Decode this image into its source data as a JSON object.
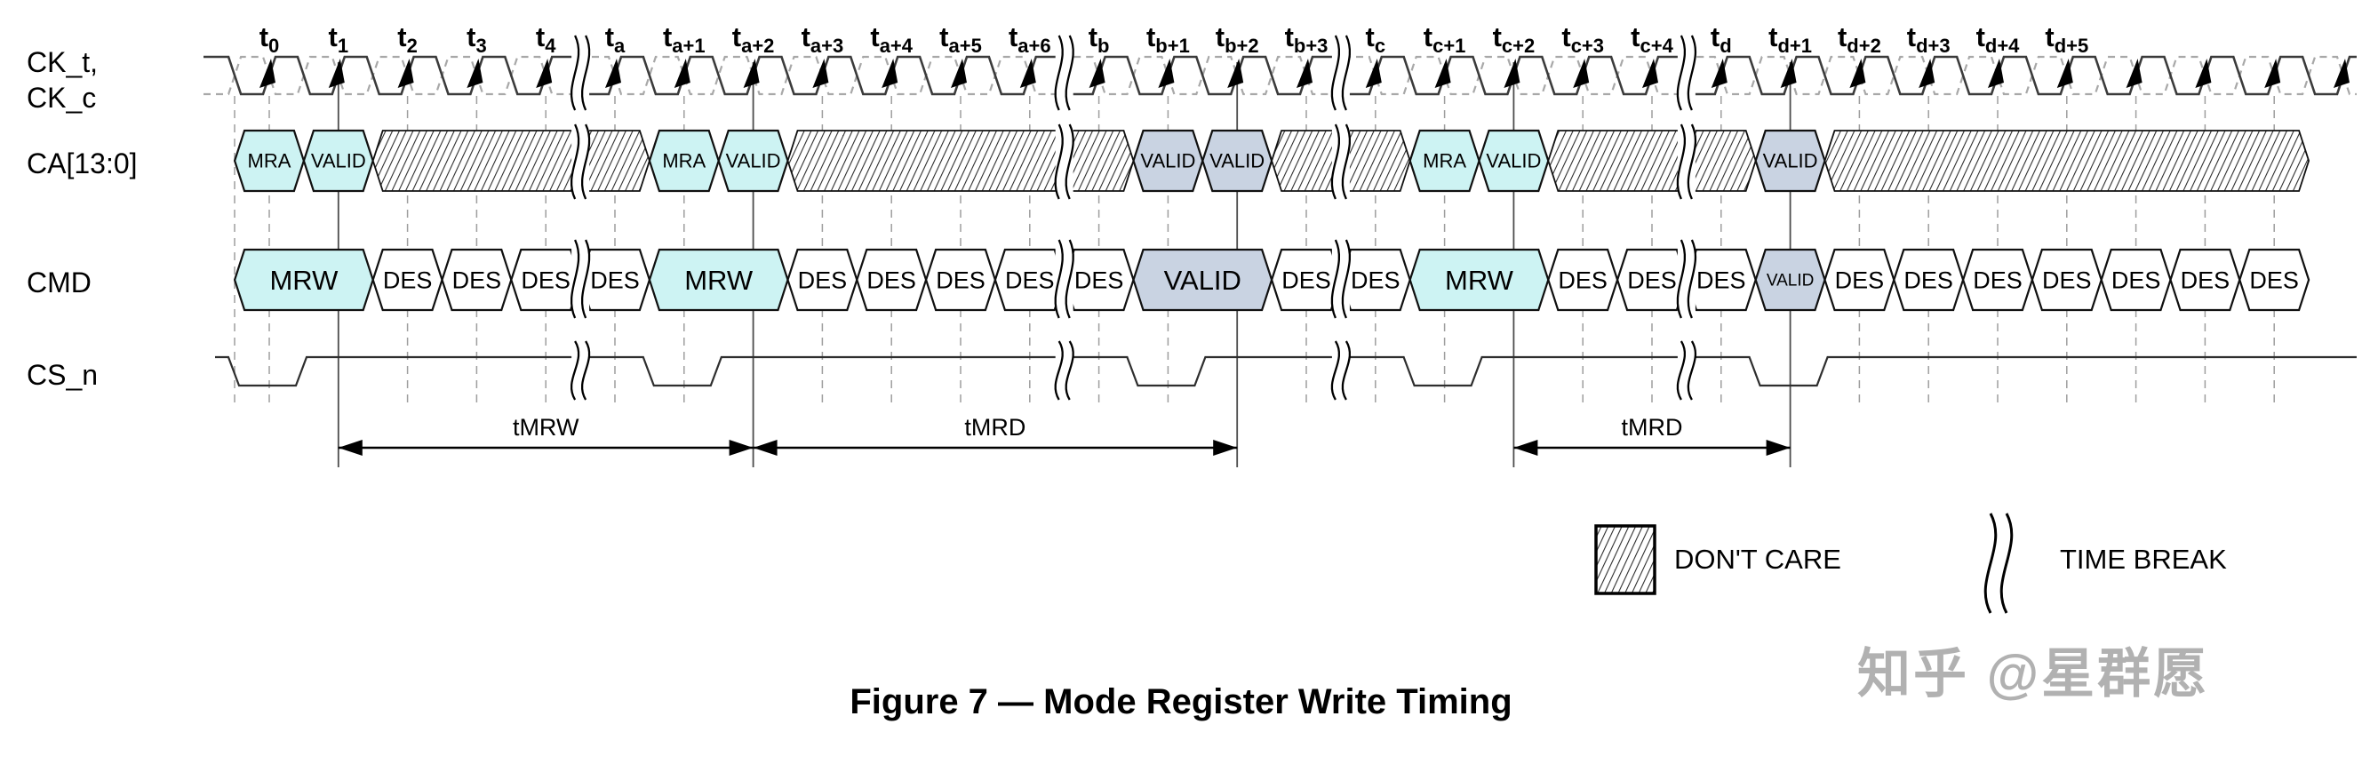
{
  "signals": {
    "ck_t": "CK_t,",
    "ck_c": "CK_c",
    "ca": "CA[13:0]",
    "cmd": "CMD",
    "cs": "CS_n"
  },
  "clock": {
    "tick_prefix": "t",
    "ticks": [
      "0",
      "1",
      "2",
      "3",
      "4",
      "a",
      "a+1",
      "a+2",
      "a+3",
      "a+4",
      "a+5",
      "a+6",
      "b",
      "b+1",
      "b+2",
      "b+3",
      "c",
      "c+1",
      "c+2",
      "c+3",
      "c+4",
      "d",
      "d+1",
      "d+2",
      "d+3",
      "d+4",
      "d+5"
    ]
  },
  "ca_row": [
    {
      "label": "MRA",
      "kind": "cmd",
      "from": 0,
      "to": 0
    },
    {
      "label": "VALID",
      "kind": "cmd",
      "from": 1,
      "to": 1
    },
    {
      "label": "",
      "kind": "dontcare",
      "from": 2,
      "to": 5
    },
    {
      "label": "MRA",
      "kind": "cmd",
      "from": 6,
      "to": 6
    },
    {
      "label": "VALID",
      "kind": "cmd",
      "from": 7,
      "to": 7
    },
    {
      "label": "",
      "kind": "dontcare",
      "from": 8,
      "to": 12
    },
    {
      "label": "VALID",
      "kind": "valid",
      "from": 13,
      "to": 13
    },
    {
      "label": "VALID",
      "kind": "valid",
      "from": 14,
      "to": 14
    },
    {
      "label": "",
      "kind": "dontcare",
      "from": 15,
      "to": 16
    },
    {
      "label": "MRA",
      "kind": "cmd",
      "from": 17,
      "to": 17
    },
    {
      "label": "VALID",
      "kind": "cmd",
      "from": 18,
      "to": 18
    },
    {
      "label": "",
      "kind": "dontcare",
      "from": 19,
      "to": 21
    },
    {
      "label": "VALID",
      "kind": "valid",
      "from": 22,
      "to": 22
    },
    {
      "label": "",
      "kind": "dontcare",
      "from": 23,
      "to": 29
    }
  ],
  "cmd_row": [
    {
      "label": "MRW",
      "kind": "cmd",
      "from": 0,
      "to": 1
    },
    {
      "label": "DES",
      "kind": "des",
      "from": 2,
      "to": 2
    },
    {
      "label": "DES",
      "kind": "des",
      "from": 3,
      "to": 3
    },
    {
      "label": "DES",
      "kind": "des",
      "from": 4,
      "to": 4
    },
    {
      "label": "DES",
      "kind": "des",
      "from": 5,
      "to": 5
    },
    {
      "label": "MRW",
      "kind": "cmd",
      "from": 6,
      "to": 7
    },
    {
      "label": "DES",
      "kind": "des",
      "from": 8,
      "to": 8
    },
    {
      "label": "DES",
      "kind": "des",
      "from": 9,
      "to": 9
    },
    {
      "label": "DES",
      "kind": "des",
      "from": 10,
      "to": 10
    },
    {
      "label": "DES",
      "kind": "des",
      "from": 11,
      "to": 11
    },
    {
      "label": "DES",
      "kind": "des",
      "from": 12,
      "to": 12
    },
    {
      "label": "VALID",
      "kind": "valid",
      "from": 13,
      "to": 14
    },
    {
      "label": "DES",
      "kind": "des",
      "from": 15,
      "to": 15
    },
    {
      "label": "DES",
      "kind": "des",
      "from": 16,
      "to": 16
    },
    {
      "label": "MRW",
      "kind": "cmd",
      "from": 17,
      "to": 18
    },
    {
      "label": "DES",
      "kind": "des",
      "from": 19,
      "to": 19
    },
    {
      "label": "DES",
      "kind": "des",
      "from": 20,
      "to": 20
    },
    {
      "label": "DES",
      "kind": "des",
      "from": 21,
      "to": 21
    },
    {
      "label": "VALID",
      "kind": "valid",
      "small": true,
      "from": 22,
      "to": 22
    },
    {
      "label": "DES",
      "kind": "des",
      "from": 23,
      "to": 23
    },
    {
      "label": "DES",
      "kind": "des",
      "from": 24,
      "to": 24
    },
    {
      "label": "DES",
      "kind": "des",
      "from": 25,
      "to": 25
    },
    {
      "label": "DES",
      "kind": "des",
      "from": 26,
      "to": 26
    },
    {
      "label": "DES",
      "kind": "des",
      "from": 27,
      "to": 27
    },
    {
      "label": "DES",
      "kind": "des",
      "from": 28,
      "to": 28
    },
    {
      "label": "DES",
      "kind": "des",
      "from": 29,
      "to": 29
    }
  ],
  "cs_low_pulses": [
    0,
    6,
    13,
    17,
    22
  ],
  "time_breaks": [
    4.5,
    11.5,
    15.5,
    20.5
  ],
  "command_latch_lines": [
    1,
    7,
    14,
    18,
    22
  ],
  "timing_arrows": [
    {
      "label": "tMRW",
      "from": 1,
      "to": 7
    },
    {
      "label": "tMRD",
      "from": 7,
      "to": 14
    },
    {
      "label": "tMRD",
      "from": 18,
      "to": 22
    }
  ],
  "legend": {
    "dont_care": "DON'T CARE",
    "time_break": "TIME BREAK"
  },
  "caption": "Figure 7 — Mode Register Write Timing",
  "watermark": "知乎 @星群愿",
  "colors": {
    "command_fill": "#CDF3F3",
    "valid_fill": "#C9D3E2",
    "des_fill": "#FFFFFF",
    "line": "#000000",
    "grid": "#9E9E9E",
    "watermark": "#B1B1B1"
  }
}
